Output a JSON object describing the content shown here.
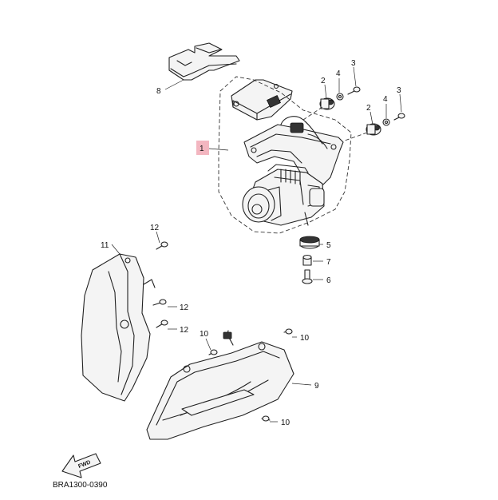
{
  "diagram": {
    "code": "BRA1300-0390",
    "fwd_text": "FWD",
    "highlight_color": "#f3b6c0",
    "callouts": [
      {
        "id": "c1",
        "text": "1",
        "highlighted": true
      },
      {
        "id": "c2a",
        "text": "2"
      },
      {
        "id": "c2b",
        "text": "2"
      },
      {
        "id": "c3a",
        "text": "3"
      },
      {
        "id": "c3b",
        "text": "3"
      },
      {
        "id": "c4a",
        "text": "4"
      },
      {
        "id": "c4b",
        "text": "4"
      },
      {
        "id": "c5",
        "text": "5"
      },
      {
        "id": "c6",
        "text": "6"
      },
      {
        "id": "c7",
        "text": "7"
      },
      {
        "id": "c8",
        "text": "8"
      },
      {
        "id": "c9",
        "text": "9"
      },
      {
        "id": "c10a",
        "text": "10"
      },
      {
        "id": "c10b",
        "text": "10"
      },
      {
        "id": "c10c",
        "text": "10"
      },
      {
        "id": "c11",
        "text": "11"
      },
      {
        "id": "c12a",
        "text": "12"
      },
      {
        "id": "c12b",
        "text": "12"
      },
      {
        "id": "c12c",
        "text": "12"
      }
    ]
  }
}
